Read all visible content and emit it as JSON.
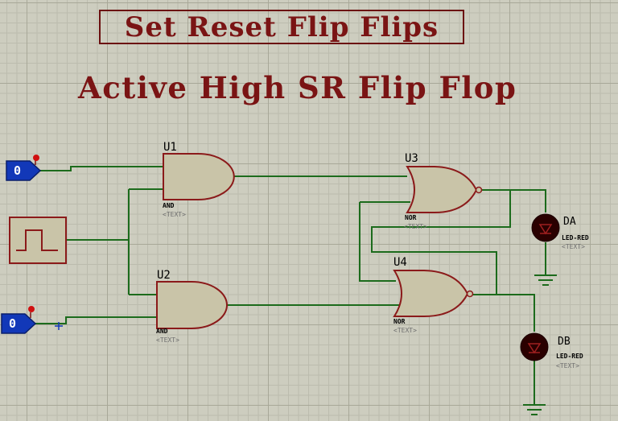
{
  "title": "Set Reset Flip Flips",
  "subtitle": "Active High SR Flip Flop",
  "inputs": [
    {
      "value": "0"
    },
    {
      "value": "0"
    }
  ],
  "gates": [
    {
      "ref": "U1",
      "type": "AND",
      "text": "<TEXT>"
    },
    {
      "ref": "U2",
      "type": "AND",
      "text": "<TEXT>"
    },
    {
      "ref": "U3",
      "type": "NOR",
      "text": "<TEXT>"
    },
    {
      "ref": "U4",
      "type": "NOR",
      "text": "<TEXT>"
    }
  ],
  "leds": [
    {
      "ref": "DA",
      "type": "LED-RED",
      "text": "<TEXT>"
    },
    {
      "ref": "DB",
      "type": "LED-RED",
      "text": "<TEXT>"
    }
  ],
  "colors": {
    "wire": "#1c6b1c",
    "gate_fill": "#c9c4a8",
    "gate_stroke": "#8b1a1a",
    "title": "#7a1414",
    "logic_probe": "#1238b8",
    "led": "#2a0000"
  }
}
